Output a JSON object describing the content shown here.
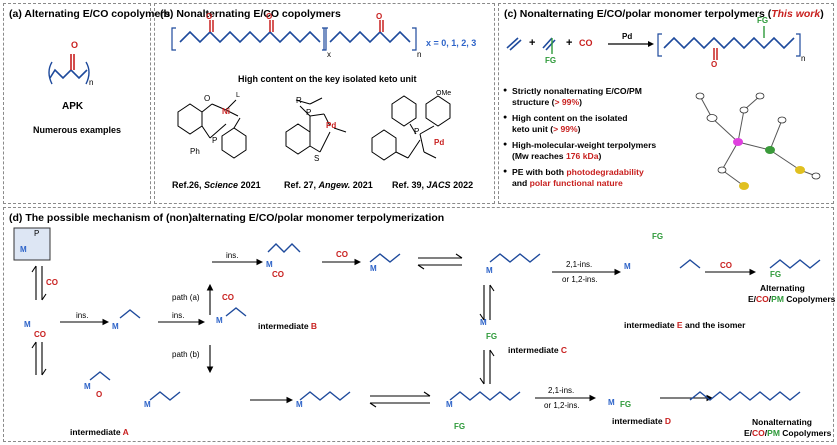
{
  "panel_a": {
    "title": "(a) Alternating E/CO copolymers",
    "o_label": "O",
    "n_label": "n",
    "polymer_name": "APK",
    "caption": "Numerous examples"
  },
  "panel_b": {
    "title": "(b) Nonalternating E/CO copolymers",
    "x_values": "x = 0, 1, 2, 3",
    "subtitle": "High content on the key isolated keto unit",
    "catalysts": [
      {
        "ref": "Ref.26,",
        "journal": "Science",
        "year": "2021"
      },
      {
        "ref": "Ref. 27,",
        "journal": "Angew.",
        "year": "2021"
      },
      {
        "ref": "Ref. 39,",
        "journal": "JACS",
        "year": "2022"
      }
    ]
  },
  "panel_c": {
    "title": "(c) Nonalternating E/CO/polar monomer terpolymers (",
    "title_highlight": "This work",
    "title_end": ")",
    "pd_label": "Pd",
    "co_label": "CO",
    "fg_label": "FG",
    "bullets": [
      {
        "text": "Strictly nonalternating E/CO/PM",
        "line2": "structure (",
        "highlight": "> 99%",
        "end": ")"
      },
      {
        "text": "High content on the isolated",
        "line2": "keto unit (",
        "highlight": "> 99%",
        "end": ")"
      },
      {
        "text": "High-molecular-weight terpolymers",
        "line2": "(Mw reaches ",
        "highlight": "176 kDa",
        "end": ")"
      },
      {
        "text": "PE with both ",
        "highlight": "photodegradability",
        "line2_pre": "and ",
        "highlight2": "polar functional nature"
      }
    ]
  },
  "panel_d": {
    "title": "(d) The possible mechanism of (non)alternating E/CO/polar monomer terpolymerization",
    "labels": {
      "ins": "ins.",
      "co": "CO",
      "path_a": "path (a)",
      "path_b": "path (b)",
      "ins_21": "2,1-ins.",
      "or_12": "or 1,2-ins.",
      "int_a": "intermediate",
      "int_a_letter": "A",
      "int_b": "intermediate",
      "int_b_letter": "B",
      "int_c": "intermediate",
      "int_c_letter": "C",
      "int_d": "intermediate",
      "int_d_letter": "D",
      "int_e_pre": "intermediate",
      "int_e_letter": "E",
      "int_e_post": "and the isomer",
      "alt_line1": "Alternating",
      "alt_line2": "E/CO/PM Copolymers",
      "nonalt_line1": "Nonalternating",
      "nonalt_line2": "E/CO/PM Copolymers"
    }
  },
  "colors": {
    "red": "#c8201f",
    "blue": "#2d63c8",
    "green": "#2e9a3a",
    "border": "#8a8a8a"
  }
}
